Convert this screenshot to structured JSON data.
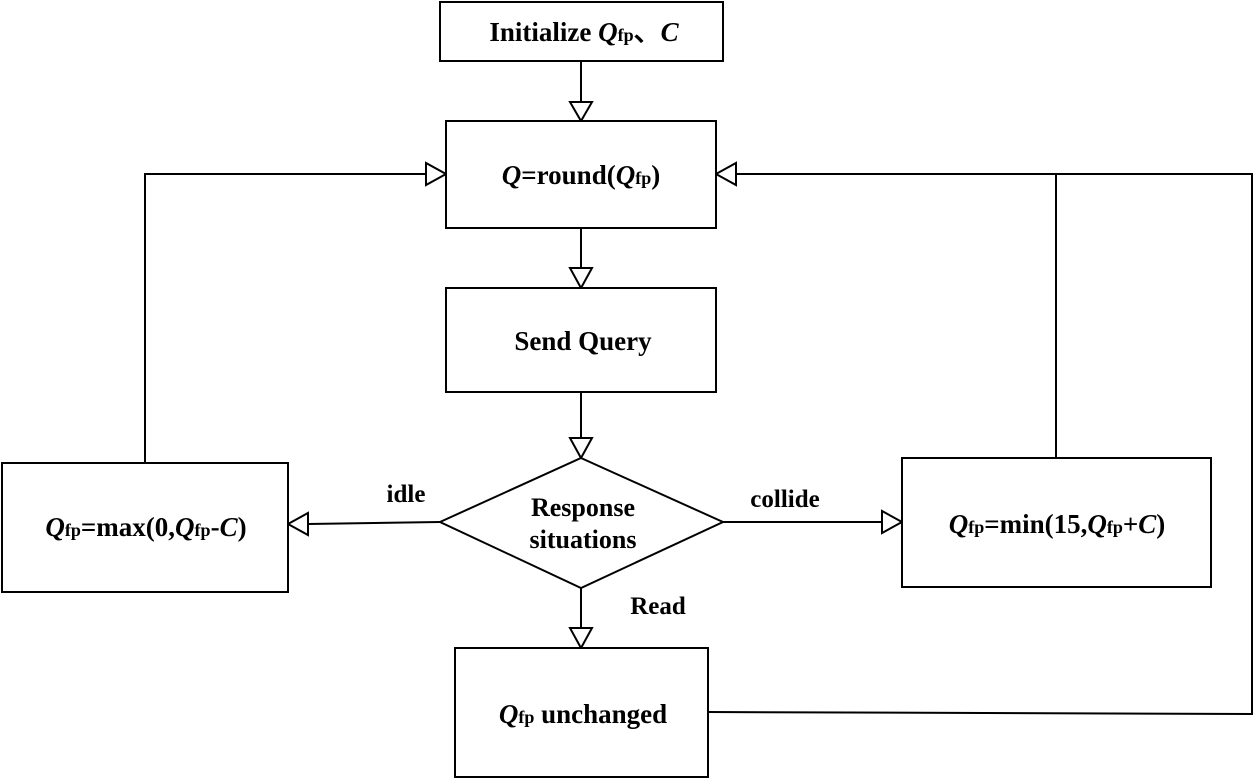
{
  "nodes": {
    "init": {
      "prefix": "Initialize ",
      "var": "Q",
      "sub": "fp",
      "sep": "、",
      "var2": "C"
    },
    "round": {
      "var": "Q",
      "mid": "=round(",
      "var2": "Q",
      "sub": "fp",
      "suffix": ")"
    },
    "send": {
      "label": "Send Query"
    },
    "response": {
      "line1": "Response",
      "line2": "situations"
    },
    "idle_update": {
      "var": "Q",
      "sub": "fp",
      "mid": "=max(0,",
      "var2": "Q",
      "sub2": "fp",
      "minus": "-",
      "var3": "C",
      "suffix": ")"
    },
    "collide_update": {
      "var": "Q",
      "sub": "fp",
      "mid": "=min(15,",
      "var2": "Q",
      "sub2": "fp",
      "plus": "+",
      "var3": "C",
      "suffix": ")"
    },
    "unchanged": {
      "var": "Q",
      "sub": "fp",
      "label": " unchanged"
    }
  },
  "edges": {
    "idle": "idle",
    "collide": "collide",
    "read": "Read"
  }
}
